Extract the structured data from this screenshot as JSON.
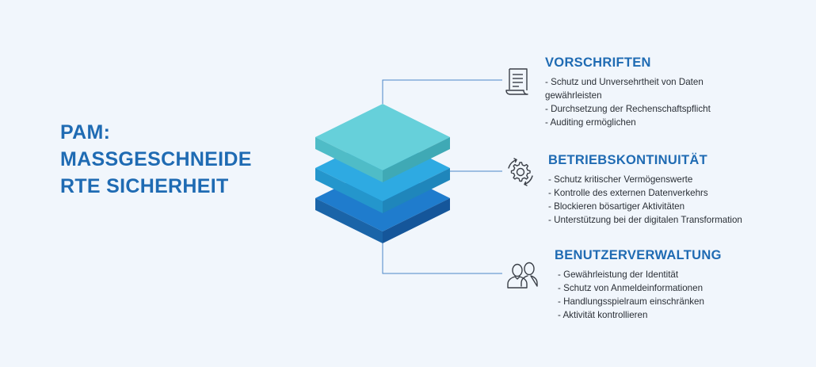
{
  "title_lines": [
    "PAM:",
    "MASSGESCHNEIDE",
    "RTE SICHERHEIT"
  ],
  "colors": {
    "title": "#1f6bb3",
    "layer_top": "#5ecdd6",
    "layer_mid": "#2aa6df",
    "layer_bottom": "#1d73c4",
    "connector": "#4a86c8",
    "background": "#f1f6fc"
  },
  "sections": [
    {
      "heading": "VORSCHRIFTEN",
      "icon": "document-icon",
      "items": [
        "- Schutz und Unversehrtheit von Daten",
        "gewährleisten",
        "- Durchsetzung der Rechenschaftspflicht",
        "- Auditing ermöglichen"
      ]
    },
    {
      "heading": "BETRIEBSKONTINUITÄT",
      "icon": "gear-cycle-icon",
      "items": [
        "- Schutz kritischer Vermögenswerte",
        "- Kontrolle des externen Datenverkehrs",
        "- Blockieren bösartiger Aktivitäten",
        "- Unterstützung bei der digitalen Transformation"
      ]
    },
    {
      "heading": "BENUTZERVERWALTUNG",
      "icon": "users-icon",
      "items": [
        "- Gewährleistung der Identität",
        "- Schutz von Anmeldeinformationen",
        "- Handlungsspielraum einschränken",
        "- Aktivität kontrollieren"
      ]
    }
  ]
}
